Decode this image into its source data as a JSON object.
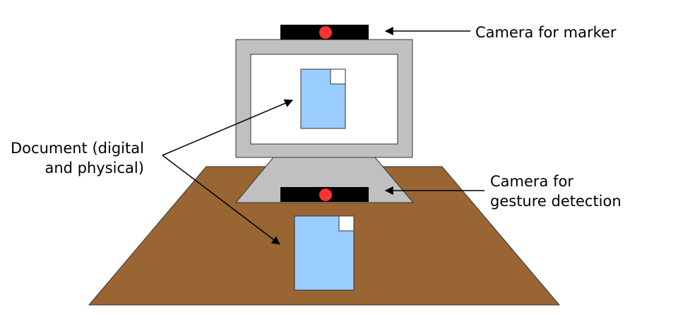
{
  "labels": {
    "camera_marker": "Camera for marker",
    "camera_gesture_line1": "Camera for",
    "camera_gesture_line2": "gesture detection",
    "document_line1": "Document (digital",
    "document_line2": "and physical)"
  },
  "colors": {
    "desk": "#996633",
    "monitor_frame": "#c0c0c0",
    "screen": "#ffffff",
    "camera_body": "#000000",
    "camera_lens": "#ff3333",
    "document": "#99ccff",
    "outline": "#333333"
  }
}
